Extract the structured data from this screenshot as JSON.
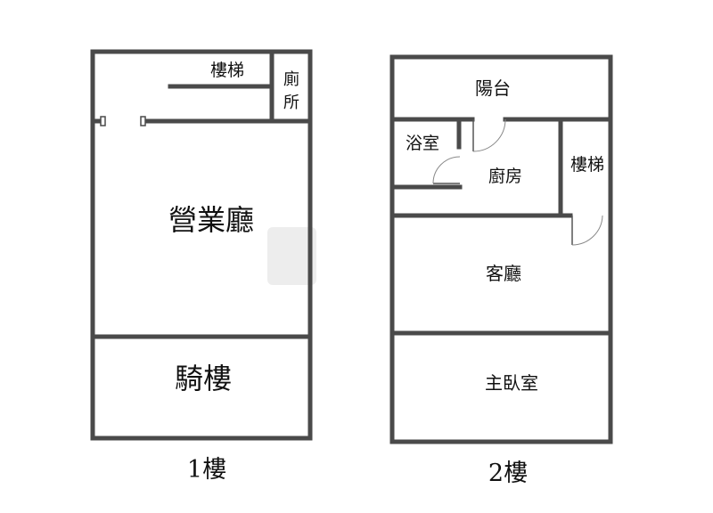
{
  "floor1": {
    "label": "1樓",
    "rooms": {
      "stairs": "樓梯",
      "toilet_line1": "廁",
      "toilet_line2": "所",
      "business_hall": "營業廳",
      "arcade": "騎樓"
    }
  },
  "floor2": {
    "label": "2樓",
    "rooms": {
      "balcony": "陽台",
      "bathroom": "浴室",
      "kitchen": "廚房",
      "stairs": "樓梯",
      "living_room": "客廳",
      "master_bedroom": "主臥室"
    }
  },
  "colors": {
    "wall": "#4a4a4a",
    "background": "#ffffff",
    "text": "#111111"
  }
}
